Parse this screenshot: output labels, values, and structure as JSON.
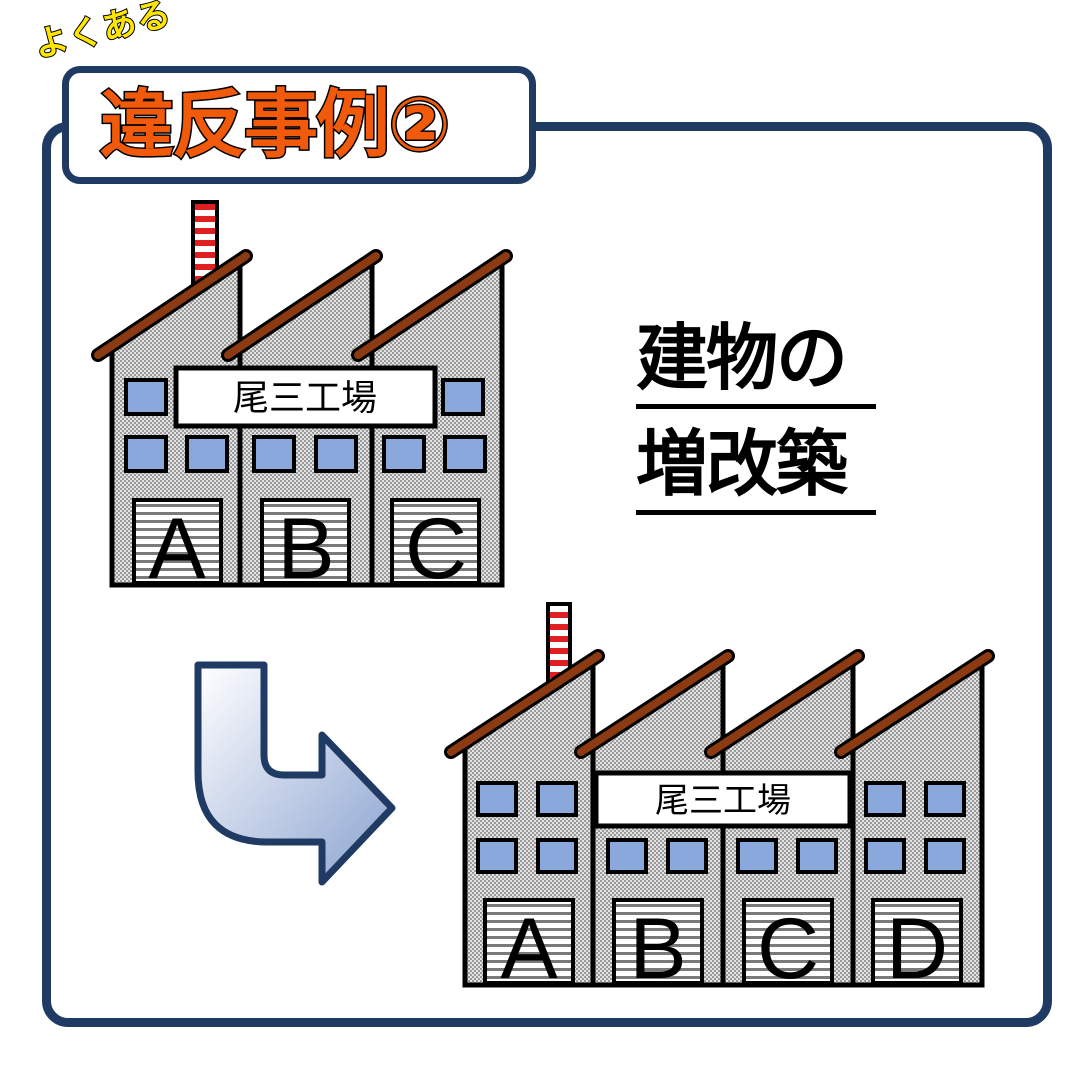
{
  "title": {
    "small": "よくある",
    "main": "違反事例②"
  },
  "caption": {
    "line1": "建物の",
    "line2": "増改築"
  },
  "before": {
    "sign": "尾三工場",
    "bays": [
      "A",
      "B",
      "C"
    ]
  },
  "after": {
    "sign": "尾三工場",
    "bays": [
      "A",
      "B",
      "C",
      "D"
    ]
  },
  "colors": {
    "frame": "#1f3a63",
    "title_fill": "#f05a0a",
    "title_small": "#ffe600",
    "roof": "#8b3a12",
    "window": "#8aa8dc",
    "chimney_red": "#e02020"
  }
}
